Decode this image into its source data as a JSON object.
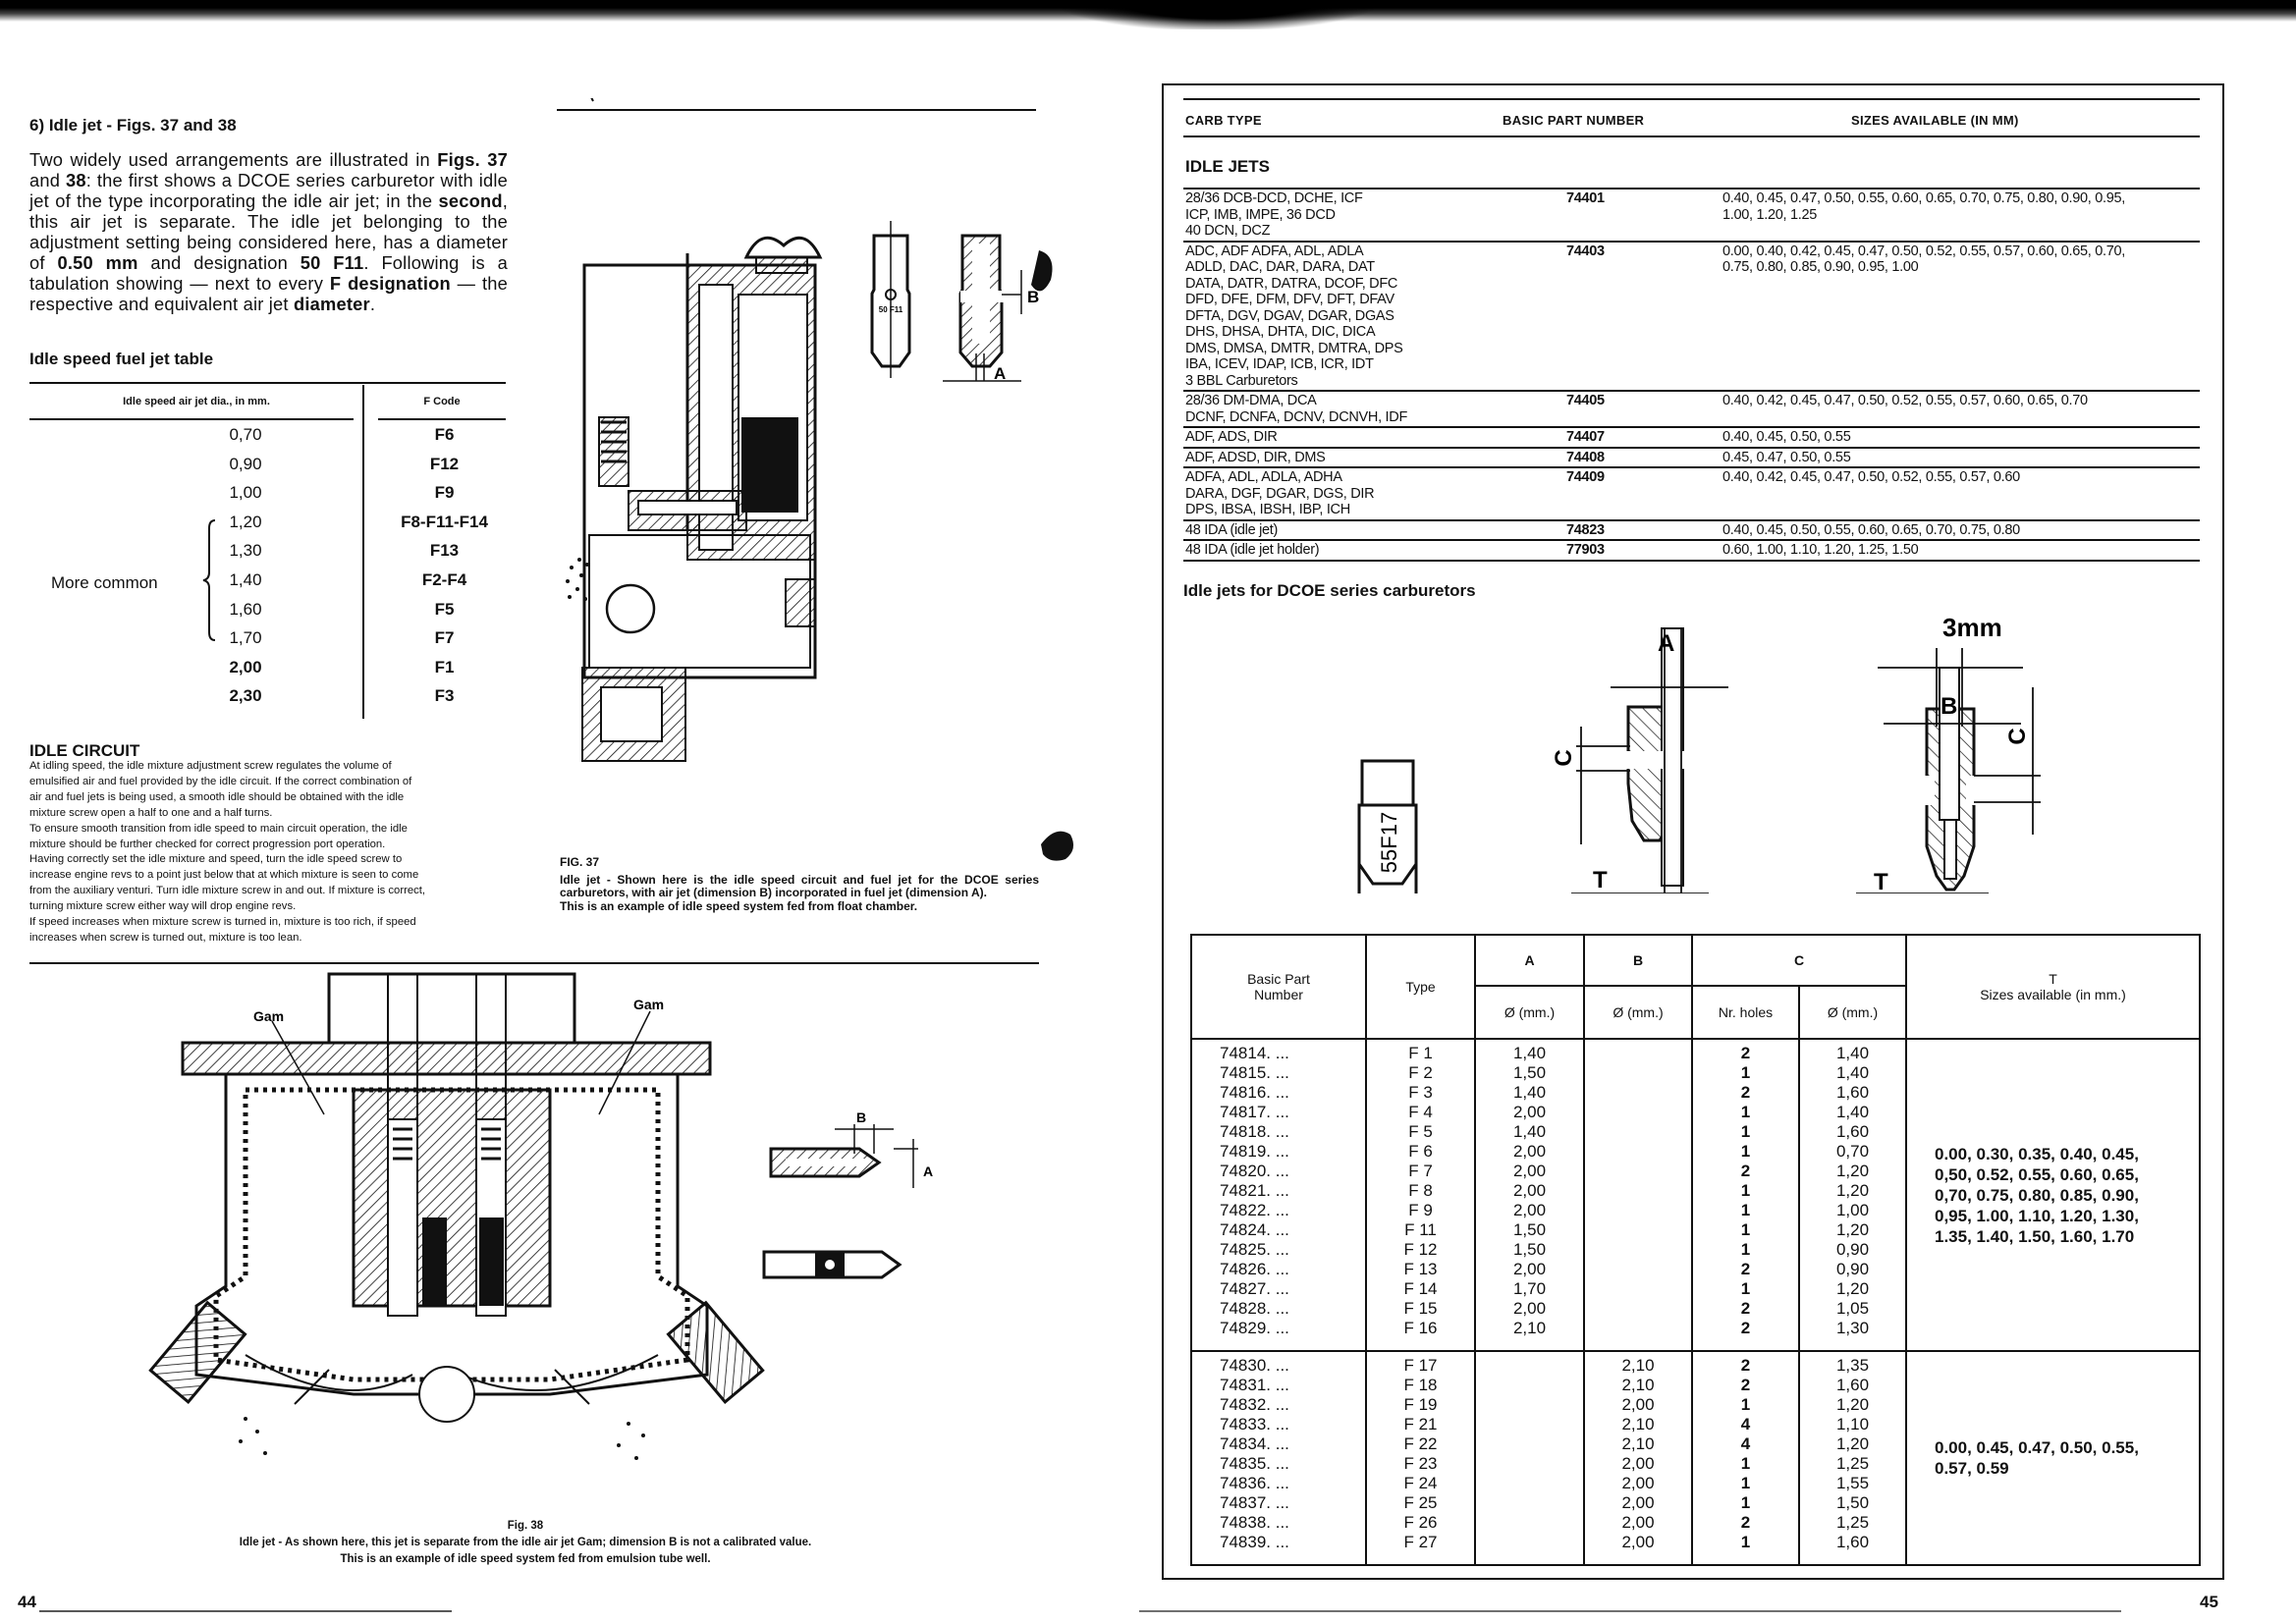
{
  "left_page": {
    "heading": "6) Idle jet - Figs. 37 and 38",
    "paragraph": [
      {
        "t": "Two widely used arrangements are illustrated in ",
        "b": false
      },
      {
        "t": "Figs. 37",
        "b": true
      },
      {
        "t": " and ",
        "b": false
      },
      {
        "t": "38",
        "b": true
      },
      {
        "t": ": the first shows a DCOE series carburetor with idle jet of the type incorporating the idle air jet; in the ",
        "b": false
      },
      {
        "t": "second",
        "b": true
      },
      {
        "t": ", this air jet is separate. The idle jet belonging to the adjustment setting being considered here, has a diameter of ",
        "b": false
      },
      {
        "t": "0.50 mm",
        "b": true
      },
      {
        "t": " and designation ",
        "b": false
      },
      {
        "t": "50 F11",
        "b": true
      },
      {
        "t": ". Following is a tabulation showing — next to every ",
        "b": false
      },
      {
        "t": "F designation",
        "b": true
      },
      {
        "t": " — the respective and equivalent air jet ",
        "b": false
      },
      {
        "t": "diameter",
        "b": true
      },
      {
        "t": ".",
        "b": false
      }
    ],
    "table_title": "Idle speed fuel jet table",
    "table_headers": [
      "Idle speed air jet dia., in mm.",
      "F Code"
    ],
    "bracket_label": "More common",
    "table_rows": [
      {
        "dia": "0,70",
        "code": "F6"
      },
      {
        "dia": "0,90",
        "code": "F12"
      },
      {
        "dia": "1,00",
        "code": "F9"
      },
      {
        "dia": "1,20",
        "code": "F8-F11-F14"
      },
      {
        "dia": "1,30",
        "code": "F13"
      },
      {
        "dia": "1,40",
        "code": "F2-F4"
      },
      {
        "dia": "1,60",
        "code": "F5"
      },
      {
        "dia": "1,70",
        "code": "F7"
      },
      {
        "dia": "2,00",
        "code": "F1"
      },
      {
        "dia": "2,30",
        "code": "F3"
      }
    ],
    "idle_circuit": {
      "title": "IDLE CIRCUIT",
      "lines": [
        "At idling speed, the idle mixture adjustment screw regulates the volume of",
        "emulsified air and fuel provided by the idle circuit. If the correct combination of",
        "air and fuel jets is being used, a smooth idle should be obtained with the idle",
        "mixture screw open a half to one and a half turns.",
        "To ensure smooth transition from idle speed to main circuit operation, the idle",
        "mixture should be further checked for correct progression port operation.",
        "Having correctly set the idle mixture and speed, turn the idle speed screw to",
        "increase engine revs to a point just below that at which mixture is seen to come",
        "from the auxiliary venturi. Turn idle mixture screw in and out. If mixture is correct,",
        "turning mixture screw either way will drop engine revs.",
        "If speed increases when mixture screw is turned in, mixture is too rich, if speed",
        "increases when screw is turned out, mixture is too lean."
      ]
    },
    "fig37": {
      "label": "FIG. 37",
      "caption": "Idle jet - Shown here is the idle speed circuit and fuel jet for the DCOE series carburetors, with air jet (dimension B) incorporated in fuel jet (dimension A).",
      "caption_last": "This is an example of idle speed system fed from float chamber.",
      "jet_marking": "50 F11",
      "dim_b": "B",
      "dim_a": "A"
    },
    "fig38": {
      "label": "Fig. 38",
      "caption": "Idle jet - As shown here, this jet is separate from the idle air jet Gam; dimension B is not a calibrated value.",
      "caption_last": "This is an example of idle speed system fed from emulsion tube well.",
      "gam_left": "Gam",
      "gam_right": "Gam",
      "dim_b": "B",
      "dim_a": "A"
    },
    "page_number": "44"
  },
  "right_page": {
    "headers": [
      "CARB TYPE",
      "BASIC PART NUMBER",
      "SIZES AVAILABLE (IN MM)"
    ],
    "section": "IDLE JETS",
    "rows": [
      {
        "carb": "28/36 DCB-DCD, DCHE, ICF\nICP, IMB, IMPE, 36 DCD\n40 DCN, DCZ",
        "part": "74401",
        "sizes": "0.40, 0.45, 0.47, 0.50, 0.55, 0.60, 0.65, 0.70, 0.75, 0.80, 0.90, 0.95,\n1.00, 1.20, 1.25"
      },
      {
        "carb": "ADC, ADF ADFA, ADL, ADLA\nADLD, DAC, DAR, DARA, DAT\nDATA, DATR, DATRA, DCOF, DFC\nDFD, DFE, DFM, DFV, DFT, DFAV\nDFTA, DGV, DGAV, DGAR, DGAS\nDHS, DHSA, DHTA, DIC, DICA\nDMS, DMSA, DMTR, DMTRA, DPS\nIBA, ICEV, IDAP, ICB, ICR, IDT\n3 BBL Carburetors",
        "part": "74403",
        "sizes": "0.00, 0.40, 0.42, 0.45, 0.47, 0.50, 0.52, 0.55, 0.57, 0.60, 0.65, 0.70,\n0.75, 0.80, 0.85, 0.90, 0.95, 1.00"
      },
      {
        "carb": "28/36 DM-DMA, DCA\nDCNF, DCNFA, DCNV, DCNVH, IDF",
        "part": "74405",
        "sizes": "0.40, 0.42, 0.45, 0.47, 0.50, 0.52, 0.55, 0.57, 0.60, 0.65, 0.70"
      },
      {
        "carb": "ADF, ADS, DIR",
        "part": "74407",
        "sizes": "0.40, 0.45, 0.50, 0.55"
      },
      {
        "carb": "ADF, ADSD, DIR, DMS",
        "part": "74408",
        "sizes": "0.45, 0.47, 0.50, 0.55"
      },
      {
        "carb": "ADFA, ADL, ADLA, ADHA\nDARA, DGF, DGAR, DGS, DIR\nDPS, IBSA, IBSH, IBP, ICH",
        "part": "74409",
        "sizes": "0.40, 0.42, 0.45, 0.47, 0.50, 0.52, 0.55, 0.57, 0.60"
      },
      {
        "carb": "48 IDA (idle jet)",
        "part": "74823",
        "sizes": "0.40, 0.45, 0.50, 0.55, 0.60, 0.65, 0.70, 0.75, 0.80"
      },
      {
        "carb": "48 IDA (idle jet holder)",
        "part": "77903",
        "sizes": "0.60, 1.00, 1.10, 1.20, 1.25, 1.50"
      }
    ],
    "dcoe_title": "Idle jets for DCOE series carburetors",
    "diagram_labels": {
      "marking": "55F17",
      "a": "A",
      "c1": "C",
      "t1": "T",
      "mm": "3mm",
      "b": "B",
      "c2": "C",
      "t2": "T"
    },
    "dcoe_table": {
      "headers": {
        "part": "Basic Part Number",
        "type": "Type",
        "a": "A",
        "b": "B",
        "c": "C",
        "dia": "Ø (mm.)",
        "holes": "Nr. holes",
        "t": "T",
        "t_sub": "Sizes available (in mm.)"
      },
      "groups": [
        {
          "parts": [
            "74814. ...",
            "74815. ...",
            "74816. ...",
            "74817. ...",
            "74818. ...",
            "74819. ...",
            "74820. ...",
            "74821. ...",
            "74822. ...",
            "74824. ...",
            "74825. ...",
            "74826. ...",
            "74827. ...",
            "74828. ...",
            "74829. ..."
          ],
          "types": [
            "F 1",
            "F 2",
            "F 3",
            "F 4",
            "F 5",
            "F 6",
            "F 7",
            "F 8",
            "F 9",
            "F 11",
            "F 12",
            "F 13",
            "F 14",
            "F 15",
            "F 16"
          ],
          "a": [
            "1,40",
            "1,50",
            "1,40",
            "2,00",
            "1,40",
            "2,00",
            "2,00",
            "2,00",
            "2,00",
            "1,50",
            "1,50",
            "2,00",
            "1,70",
            "2,00",
            "2,10"
          ],
          "b": [],
          "holes": [
            "2",
            "1",
            "2",
            "1",
            "1",
            "1",
            "2",
            "1",
            "1",
            "1",
            "1",
            "2",
            "1",
            "2",
            "2"
          ],
          "c_dia": [
            "1,40",
            "1,40",
            "1,60",
            "1,40",
            "1,60",
            "0,70",
            "1,20",
            "1,20",
            "1,00",
            "1,20",
            "0,90",
            "0,90",
            "1,20",
            "1,05",
            "1,30"
          ],
          "sizes": "0.00, 0.30, 0.35, 0.40, 0.45, 0,50, 0.52, 0.55, 0.60, 0.65, 0,70, 0.75, 0.80, 0.85, 0.90, 0,95, 1.00, 1.10, 1.20, 1.30, 1.35, 1.40, 1.50, 1.60, 1.70"
        },
        {
          "parts": [
            "74830. ...",
            "74831. ...",
            "74832. ...",
            "74833. ...",
            "74834. ...",
            "74835. ...",
            "74836. ...",
            "74837. ...",
            "74838. ...",
            "74839. ..."
          ],
          "types": [
            "F 17",
            "F 18",
            "F 19",
            "F 21",
            "F 22",
            "F 23",
            "F 24",
            "F 25",
            "F 26",
            "F 27"
          ],
          "a": [],
          "b": [
            "2,10",
            "2,10",
            "2,00",
            "2,10",
            "2,10",
            "2,00",
            "2,00",
            "2,00",
            "2,00",
            "2,00"
          ],
          "holes": [
            "2",
            "2",
            "1",
            "4",
            "4",
            "1",
            "1",
            "1",
            "2",
            "1"
          ],
          "c_dia": [
            "1,35",
            "1,60",
            "1,20",
            "1,10",
            "1,20",
            "1,25",
            "1,55",
            "1,50",
            "1,25",
            "1,60"
          ],
          "sizes": "0.00, 0.45, 0.47, 0.50, 0.55, 0.57, 0.59"
        }
      ]
    },
    "page_number": "45"
  }
}
